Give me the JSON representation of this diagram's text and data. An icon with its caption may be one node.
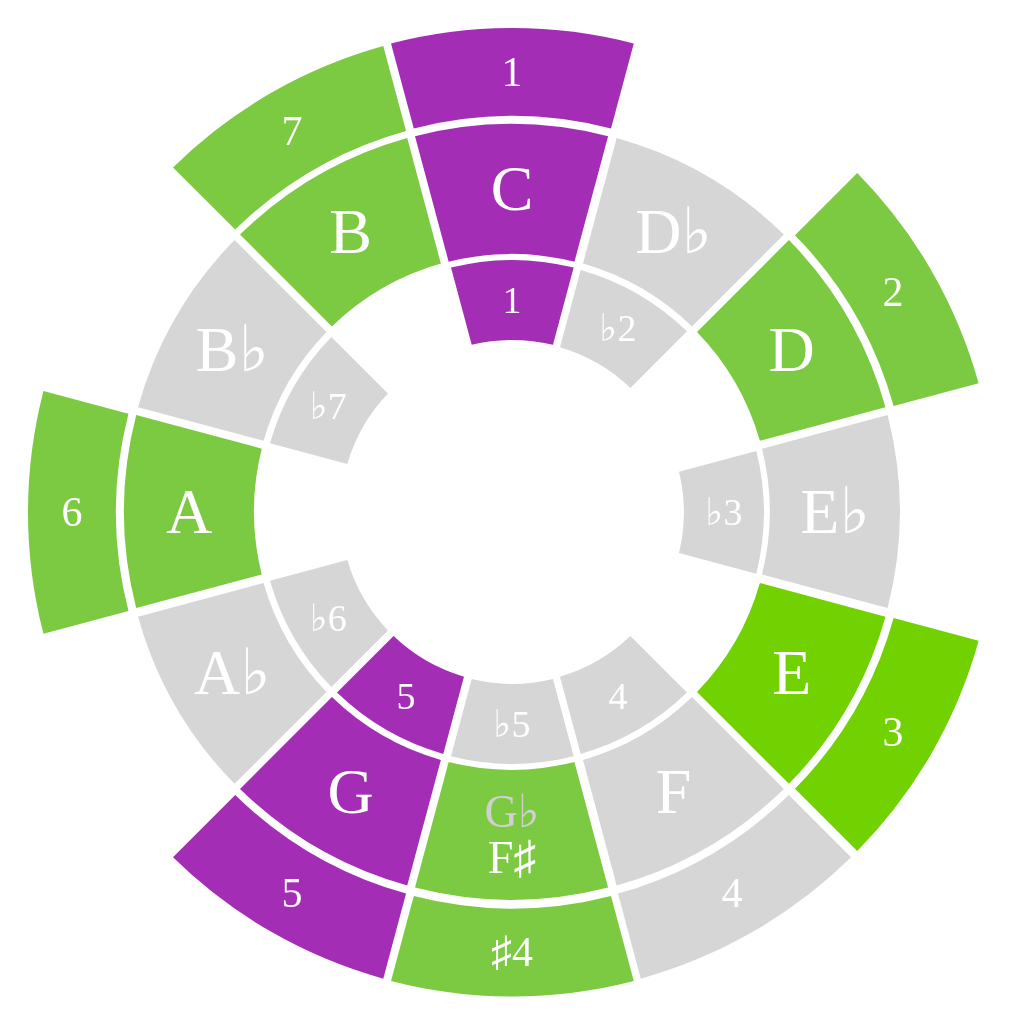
{
  "diagram": {
    "nodes": [
      {
        "text": [
          "C"
        ]
      },
      {
        "text": [
          "D♭"
        ]
      },
      {
        "text": [
          "D"
        ]
      },
      {
        "text": [
          "E♭"
        ]
      },
      {
        "text": [
          "E"
        ]
      },
      {
        "text": [
          "F"
        ]
      },
      {
        "text": [
          "G♭",
          "F♯"
        ]
      },
      {
        "text": [
          "G"
        ]
      },
      {
        "text": [
          "A♭"
        ]
      },
      {
        "text": [
          "A"
        ]
      },
      {
        "text": [
          "B♭"
        ]
      },
      {
        "text": [
          "B"
        ]
      },
      {
        "text": [
          "1"
        ]
      },
      {
        "text": [
          "♭2"
        ]
      },
      {
        "text": [
          "♭3"
        ]
      },
      {
        "text": [
          "4"
        ]
      },
      {
        "text": [
          "♭5"
        ]
      },
      {
        "text": [
          "5"
        ]
      },
      {
        "text": [
          "♭6"
        ]
      },
      {
        "text": [
          "♭7"
        ]
      },
      {
        "text": [
          "1"
        ]
      },
      {
        "text": [
          "2"
        ]
      },
      {
        "text": [
          "3"
        ]
      },
      {
        "text": [
          "4"
        ]
      },
      {
        "text": [
          "♯4"
        ]
      },
      {
        "text": [
          "5"
        ]
      },
      {
        "text": [
          "6"
        ]
      },
      {
        "text": [
          "7"
        ]
      }
    ]
  }
}
